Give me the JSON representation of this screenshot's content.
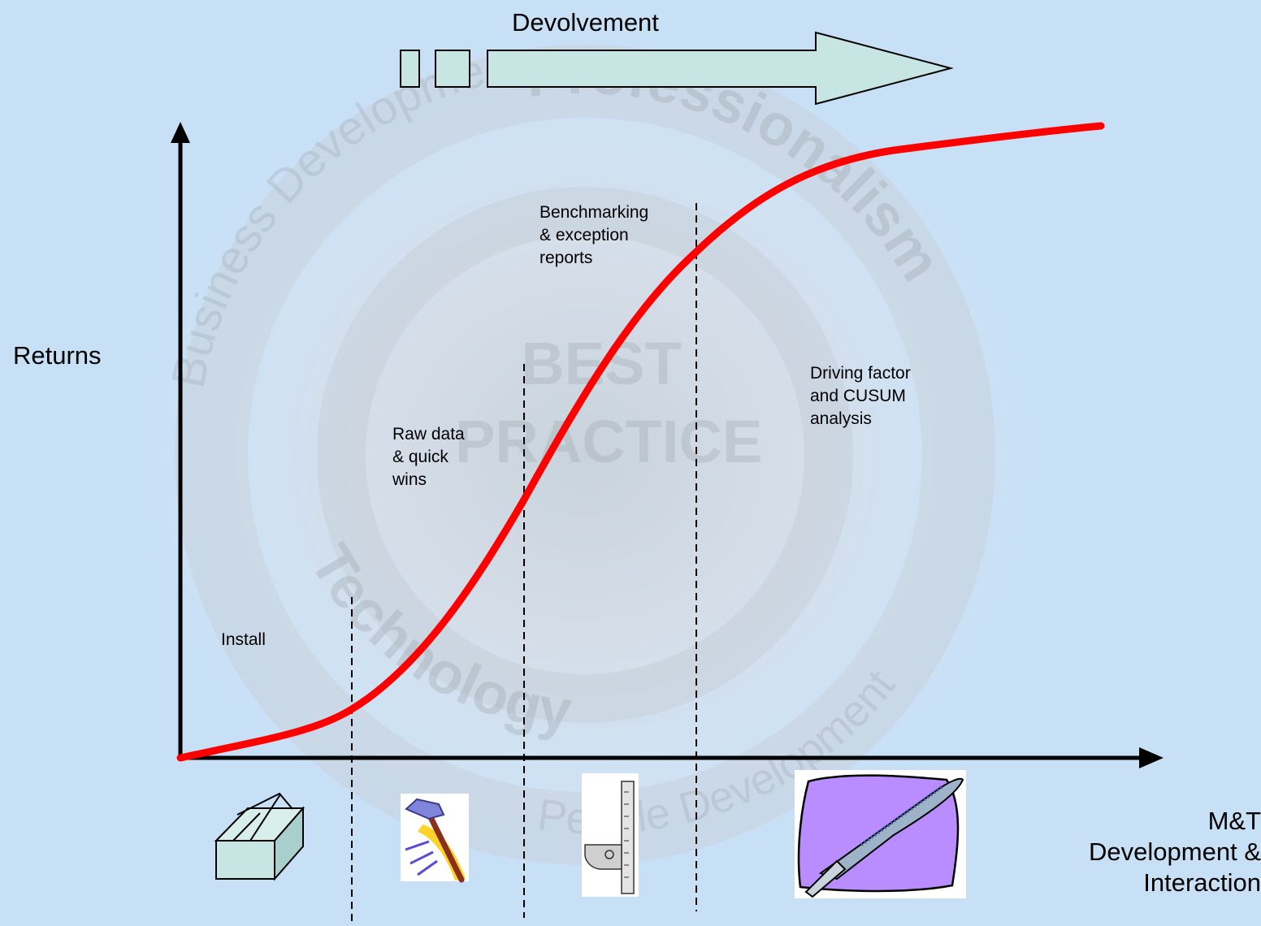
{
  "title": "Devolvement",
  "axis_y_label": "Returns",
  "axis_x_label": "M&T\nDevelopment &\nInteraction",
  "phases": [
    {
      "label": "Install",
      "icon": "box-icon"
    },
    {
      "label": "Raw data\n& quick\nwins",
      "icon": "hammer-icon"
    },
    {
      "label": "Benchmarking\n& exception\nreports",
      "icon": "square-ruler-icon"
    },
    {
      "label": "Driving factor\nand CUSUM\nanalysis",
      "icon": "scalpel-icon"
    }
  ],
  "watermark": {
    "left": "Business Development",
    "top": "Professionalism",
    "center": "BEST\nPRACTICE",
    "bottom": "Technology",
    "right": "People Development"
  },
  "colors": {
    "curve": "#ff0000",
    "arrow_fill": "#c7e6e3",
    "axis": "#000000",
    "scalpel_bg": "#b98cff"
  }
}
